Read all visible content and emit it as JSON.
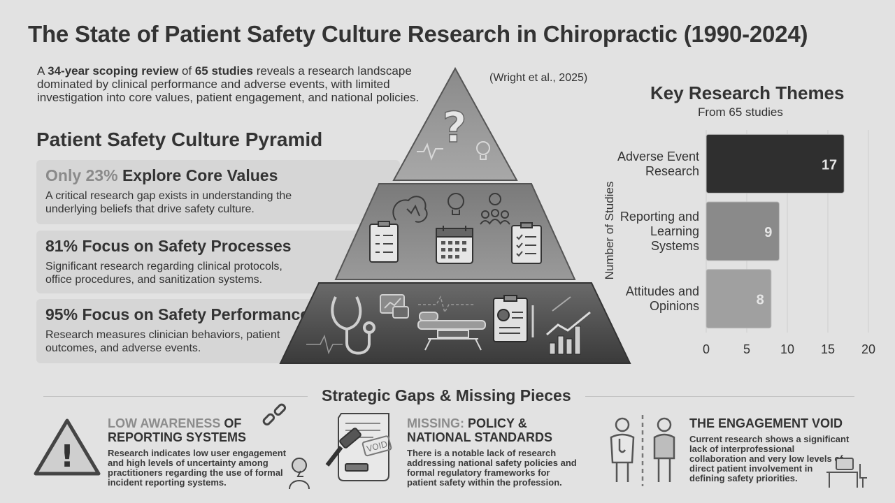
{
  "title": "The State of Patient Safety Culture Research in Chiropractic (1990-2024)",
  "intro": {
    "pre": "A ",
    "bold1": "34-year scoping review",
    "mid": " of ",
    "bold2": "65 studies",
    "post": " reveals a research landscape dominated by clinical performance and adverse events, with limited investigation into core values, patient engagement, and national policies."
  },
  "citation": "(Wright et al., 2025)",
  "pyramid_section": {
    "title": "Patient Safety Culture Pyramid",
    "cards": [
      {
        "pct": "Only 23%",
        "label": "Explore Core Values",
        "text": "A critical research gap exists in understanding the underlying beliefs that drive safety culture."
      },
      {
        "pct": "81%",
        "label": "Focus on Safety Processes",
        "text": "Significant research regarding clinical protocols, office procedures, and sanitization systems."
      },
      {
        "pct": "95%",
        "label": "Focus on Safety Performance",
        "text": "Research measures clinician behaviors, patient outcomes, and adverse events."
      }
    ],
    "top_symbol": "?"
  },
  "key_themes": {
    "title": "Key Research Themes",
    "subtitle": "From 65 studies"
  },
  "chart_data": {
    "type": "bar",
    "orientation": "horizontal",
    "categories": [
      "Adverse Event Research",
      "Reporting and Learning Systems",
      "Attitudes and Opinions"
    ],
    "values": [
      17,
      9,
      8
    ],
    "value_labels": [
      "17",
      "9",
      "8"
    ],
    "ylabel": "Number of Studies",
    "xlim": [
      0,
      20
    ],
    "xticks": [
      0,
      5,
      10,
      15,
      20
    ],
    "colors": [
      "#2f2f2f",
      "#8a8a8a",
      "#a0a0a0"
    ],
    "grid": true
  },
  "gaps": {
    "title": "Strategic Gaps & Missing Pieces",
    "items": [
      {
        "light": "LOW AWARENESS",
        "dark": " OF",
        "line2": "REPORTING SYSTEMS",
        "text": "Research indicates low user engagement and high levels of uncertainty among practitioners regarding the use of formal incident reporting systems."
      },
      {
        "light": "MISSING:",
        "dark": " POLICY &",
        "line2": "NATIONAL STANDARDS",
        "text": "There is a notable lack of research addressing national safety policies and formal regulatory frameworks for patient safety within the profession."
      },
      {
        "light": "",
        "dark": "THE ENGAGEMENT VOID",
        "line2": "",
        "text": "Current research shows a significant lack of interprofessional collaboration and very low levels of direct patient involvement in defining safety priorities."
      }
    ],
    "void_stamp": "VOID",
    "warning_symbol": "!"
  }
}
